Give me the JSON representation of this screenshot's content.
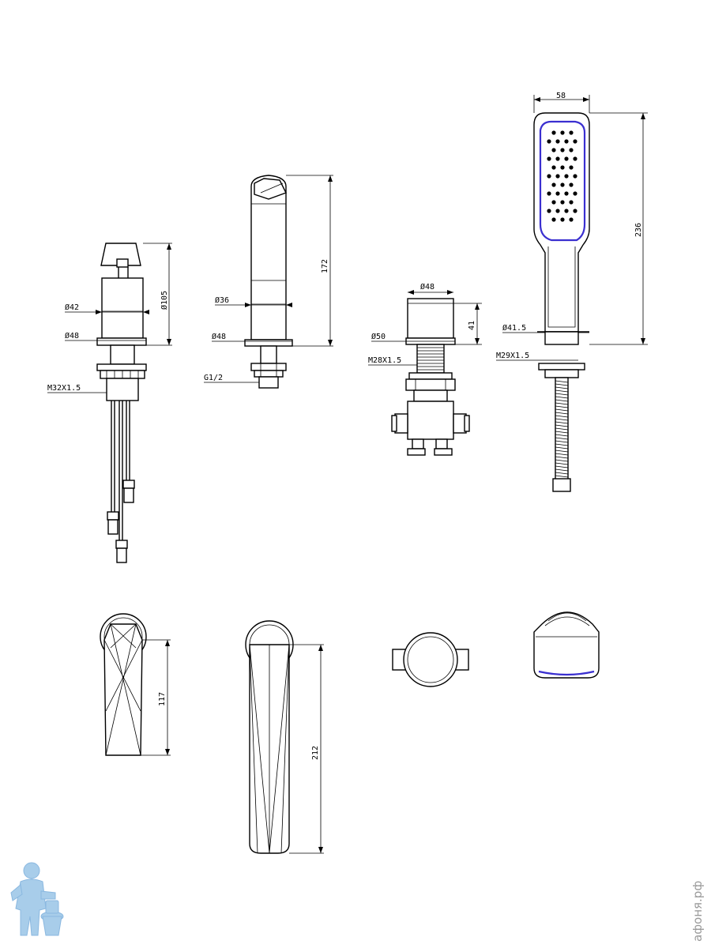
{
  "dimensions": {
    "mixer_handle": {
      "d105": "Ø105",
      "d42": "Ø42",
      "d48": "Ø48",
      "m32": "M32X1.5"
    },
    "spout": {
      "h172": "172",
      "d36": "Ø36",
      "d48": "Ø48",
      "g12": "G1/2"
    },
    "diverter": {
      "d48": "Ø48",
      "h41": "41",
      "d50": "Ø50",
      "m28": "M28X1.5"
    },
    "hand_shower": {
      "w58": "58",
      "h236": "236",
      "d41_5": "Ø41.5",
      "m29": "M29X1.5"
    },
    "top_view_handle": {
      "l117": "117"
    },
    "top_view_spout": {
      "l212": "212"
    }
  },
  "watermark": {
    "text": "афоня.рф"
  },
  "colors": {
    "line": "#000000",
    "accent": "#3a2fd0",
    "logo": "#a8cdea"
  }
}
